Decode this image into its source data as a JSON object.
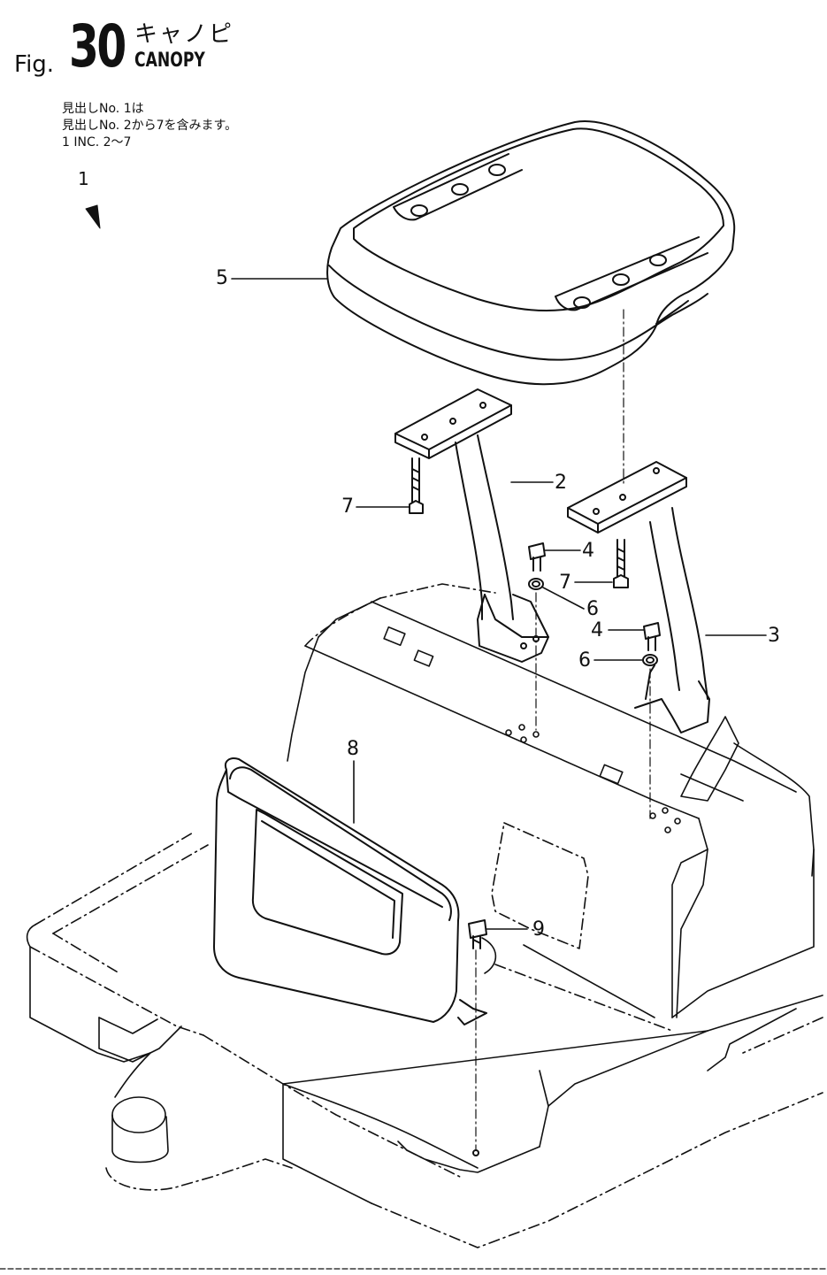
{
  "header": {
    "fig_label": "Fig.",
    "fig_number": "30",
    "title_jp": "キャノピ",
    "title_en": "CANOPY"
  },
  "notes": [
    "見出しNo. 1は",
    "見出しNo. 2から7を含みます。",
    "1  INC. 2～7"
  ],
  "assembly_ref": "1",
  "callouts": {
    "c2": "2",
    "c3": "3",
    "c4a": "4",
    "c4b": "4",
    "c5": "5",
    "c6a": "6",
    "c6b": "6",
    "c7a": "7",
    "c7b": "7",
    "c8": "8",
    "c9": "9"
  }
}
